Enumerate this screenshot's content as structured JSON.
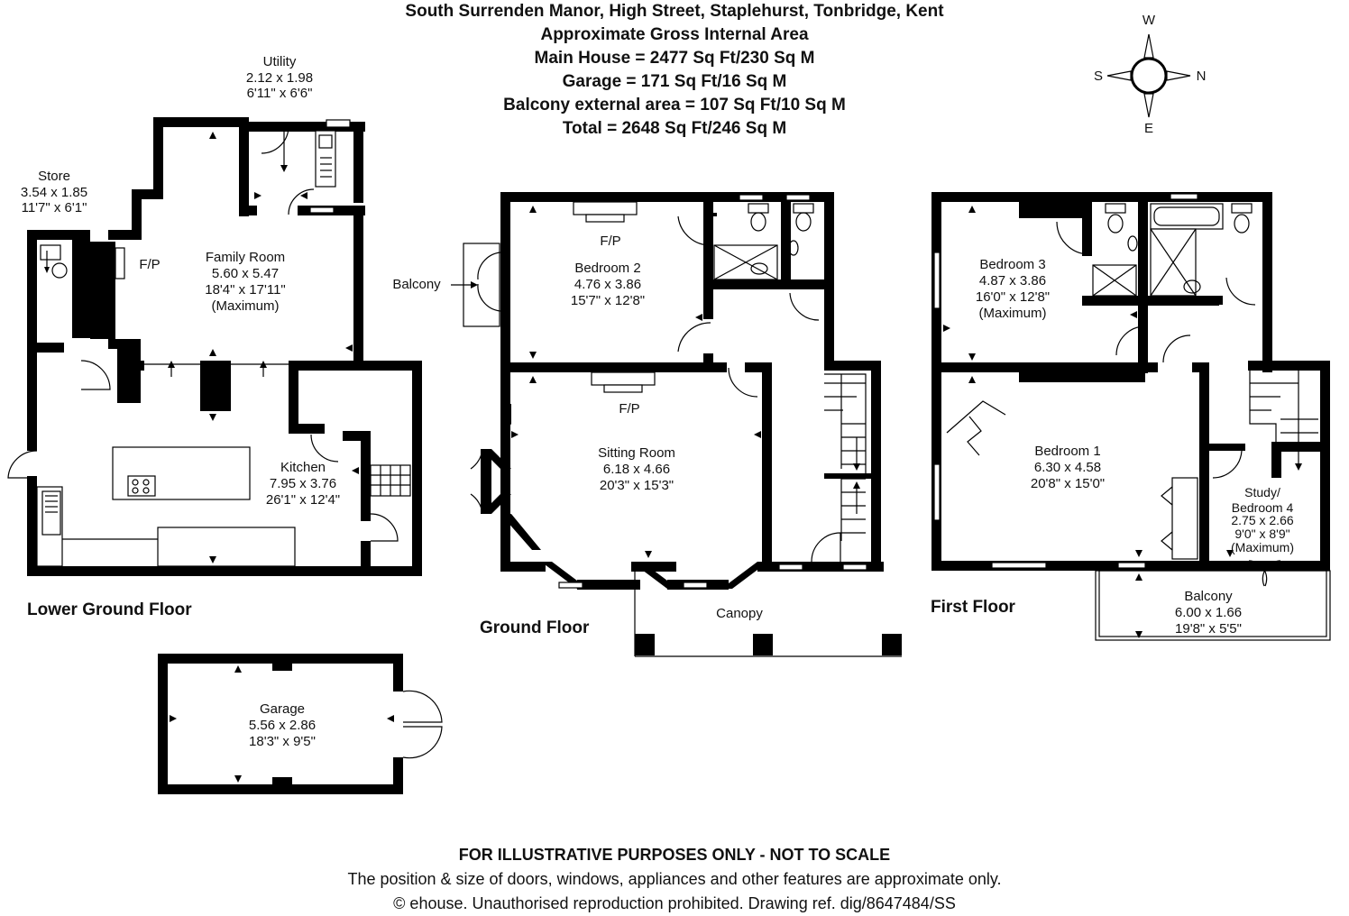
{
  "header": {
    "title": "South Surrenden Manor, High Street, Staplehurst, Tonbridge, Kent",
    "subtitle": "Approximate Gross Internal Area",
    "areas": [
      "Main House = 2477 Sq Ft/230 Sq M",
      "Garage = 171 Sq Ft/16 Sq M",
      "Balcony external area = 107 Sq Ft/10 Sq M",
      "Total = 2648 Sq Ft/246 Sq M"
    ]
  },
  "compass": {
    "top": "W",
    "left": "S",
    "right": "N",
    "bottom": "E"
  },
  "floors": {
    "lower_ground": "Lower Ground Floor",
    "ground": "Ground Floor",
    "first": "First Floor"
  },
  "rooms": {
    "utility": {
      "name": "Utility",
      "metric": "2.12 x 1.98",
      "imperial": "6'11\" x 6'6\""
    },
    "store": {
      "name": "Store",
      "metric": "3.54 x 1.85",
      "imperial": "11'7\" x 6'1\""
    },
    "family": {
      "name": "Family Room",
      "metric": "5.60 x 5.47",
      "imperial": "18'4\" x 17'11\"",
      "note": "(Maximum)"
    },
    "kitchen": {
      "name": "Kitchen",
      "metric": "7.95 x 3.76",
      "imperial": "26'1\" x 12'4\""
    },
    "bedroom2": {
      "name": "Bedroom 2",
      "metric": "4.76 x 3.86",
      "imperial": "15'7\" x 12'8\""
    },
    "sitting": {
      "name": "Sitting Room",
      "metric": "6.18 x 4.66",
      "imperial": "20'3\" x 15'3\""
    },
    "bedroom3": {
      "name": "Bedroom 3",
      "metric": "4.87 x 3.86",
      "imperial": "16'0\" x 12'8\"",
      "note": "(Maximum)"
    },
    "bedroom1": {
      "name": "Bedroom 1",
      "metric": "6.30 x 4.58",
      "imperial": "20'8\" x 15'0\""
    },
    "study": {
      "name": "Study/",
      "name2": "Bedroom 4",
      "metric": "2.75 x 2.66",
      "imperial": "9'0\" x 8'9\"",
      "note": "(Maximum)"
    },
    "balcony_first": {
      "name": "Balcony",
      "metric": "6.00 x 1.66",
      "imperial": "19'8\" x 5'5\""
    },
    "garage": {
      "name": "Garage",
      "metric": "5.56 x 2.86",
      "imperial": "18'3\" x 9'5\""
    }
  },
  "labels": {
    "fp_family": "F/P",
    "fp_bed2": "F/P",
    "fp_sitting": "F/P",
    "balcony_ground": "Balcony",
    "canopy": "Canopy"
  },
  "footer": {
    "line1": "FOR ILLUSTRATIVE PURPOSES ONLY - NOT TO SCALE",
    "line2": "The position & size of doors, windows, appliances and other features are approximate only.",
    "line3": "© ehouse. Unauthorised reproduction prohibited. Drawing ref. dig/8647484/SS"
  }
}
